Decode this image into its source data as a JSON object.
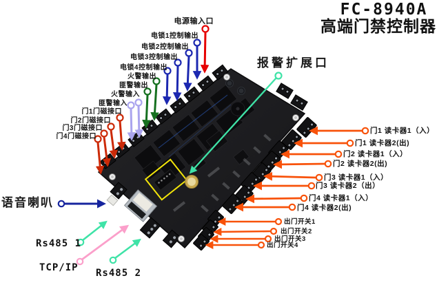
{
  "title": {
    "model": "FC-8940A",
    "name": "高端门禁控制器"
  },
  "labels": {
    "power_in": "电源输入口",
    "lock1": "电锁1控制输出",
    "lock2": "电锁2控制输出",
    "lock3": "电锁3控制输出",
    "lock4": "电锁4控制输出",
    "fire_out": "火警输出",
    "rob_out": "匪警输出",
    "fire_in": "火警输入",
    "rob_in": "匪警输入",
    "door1": "门1门磁接口",
    "door2": "门2门磁接口",
    "door3": "门3门磁接口",
    "door4": "门4门磁接口",
    "alarm_ext": "报警扩展口",
    "r1_in": "门1 读卡器1（入）",
    "r1_out": "门1 读卡器2(出)",
    "r2_in": "门2 读卡器1（入）",
    "r2_out": "门2 读卡器2(出)",
    "r3_in": "门3 读卡器1（入）",
    "r3_out": "门3 读卡器2（出）",
    "r4_in": "门4 读卡器1（入）",
    "r4_out": "门4 读卡器2(出)",
    "sw1": "出门开关1",
    "sw2": "出门开关2",
    "sw3": "出门开关3",
    "sw4": "出门开关4",
    "speaker": "语音喇叭",
    "rs485_1": "Rs485 1",
    "tcpip": "TCP/IP",
    "rs485_2": "Rs485 2"
  },
  "colors": {
    "power_arrow": "#e60000",
    "lock_arrow": "#1c28b0",
    "alarm_out_arrow": "#15701f",
    "alarm_in_arrow": "#aaa4ee",
    "door_sensor_arrow": "#cc2a08",
    "reader_arrow": "#f8520a",
    "expansion_arrow": "#3fe3a7",
    "speaker_arrow": "#16249e",
    "tcpip_arrow": "#fb9fca",
    "highlight_box": "#f2e40a",
    "battery": "#c9a94e",
    "pcb": "#1d1d1f"
  }
}
